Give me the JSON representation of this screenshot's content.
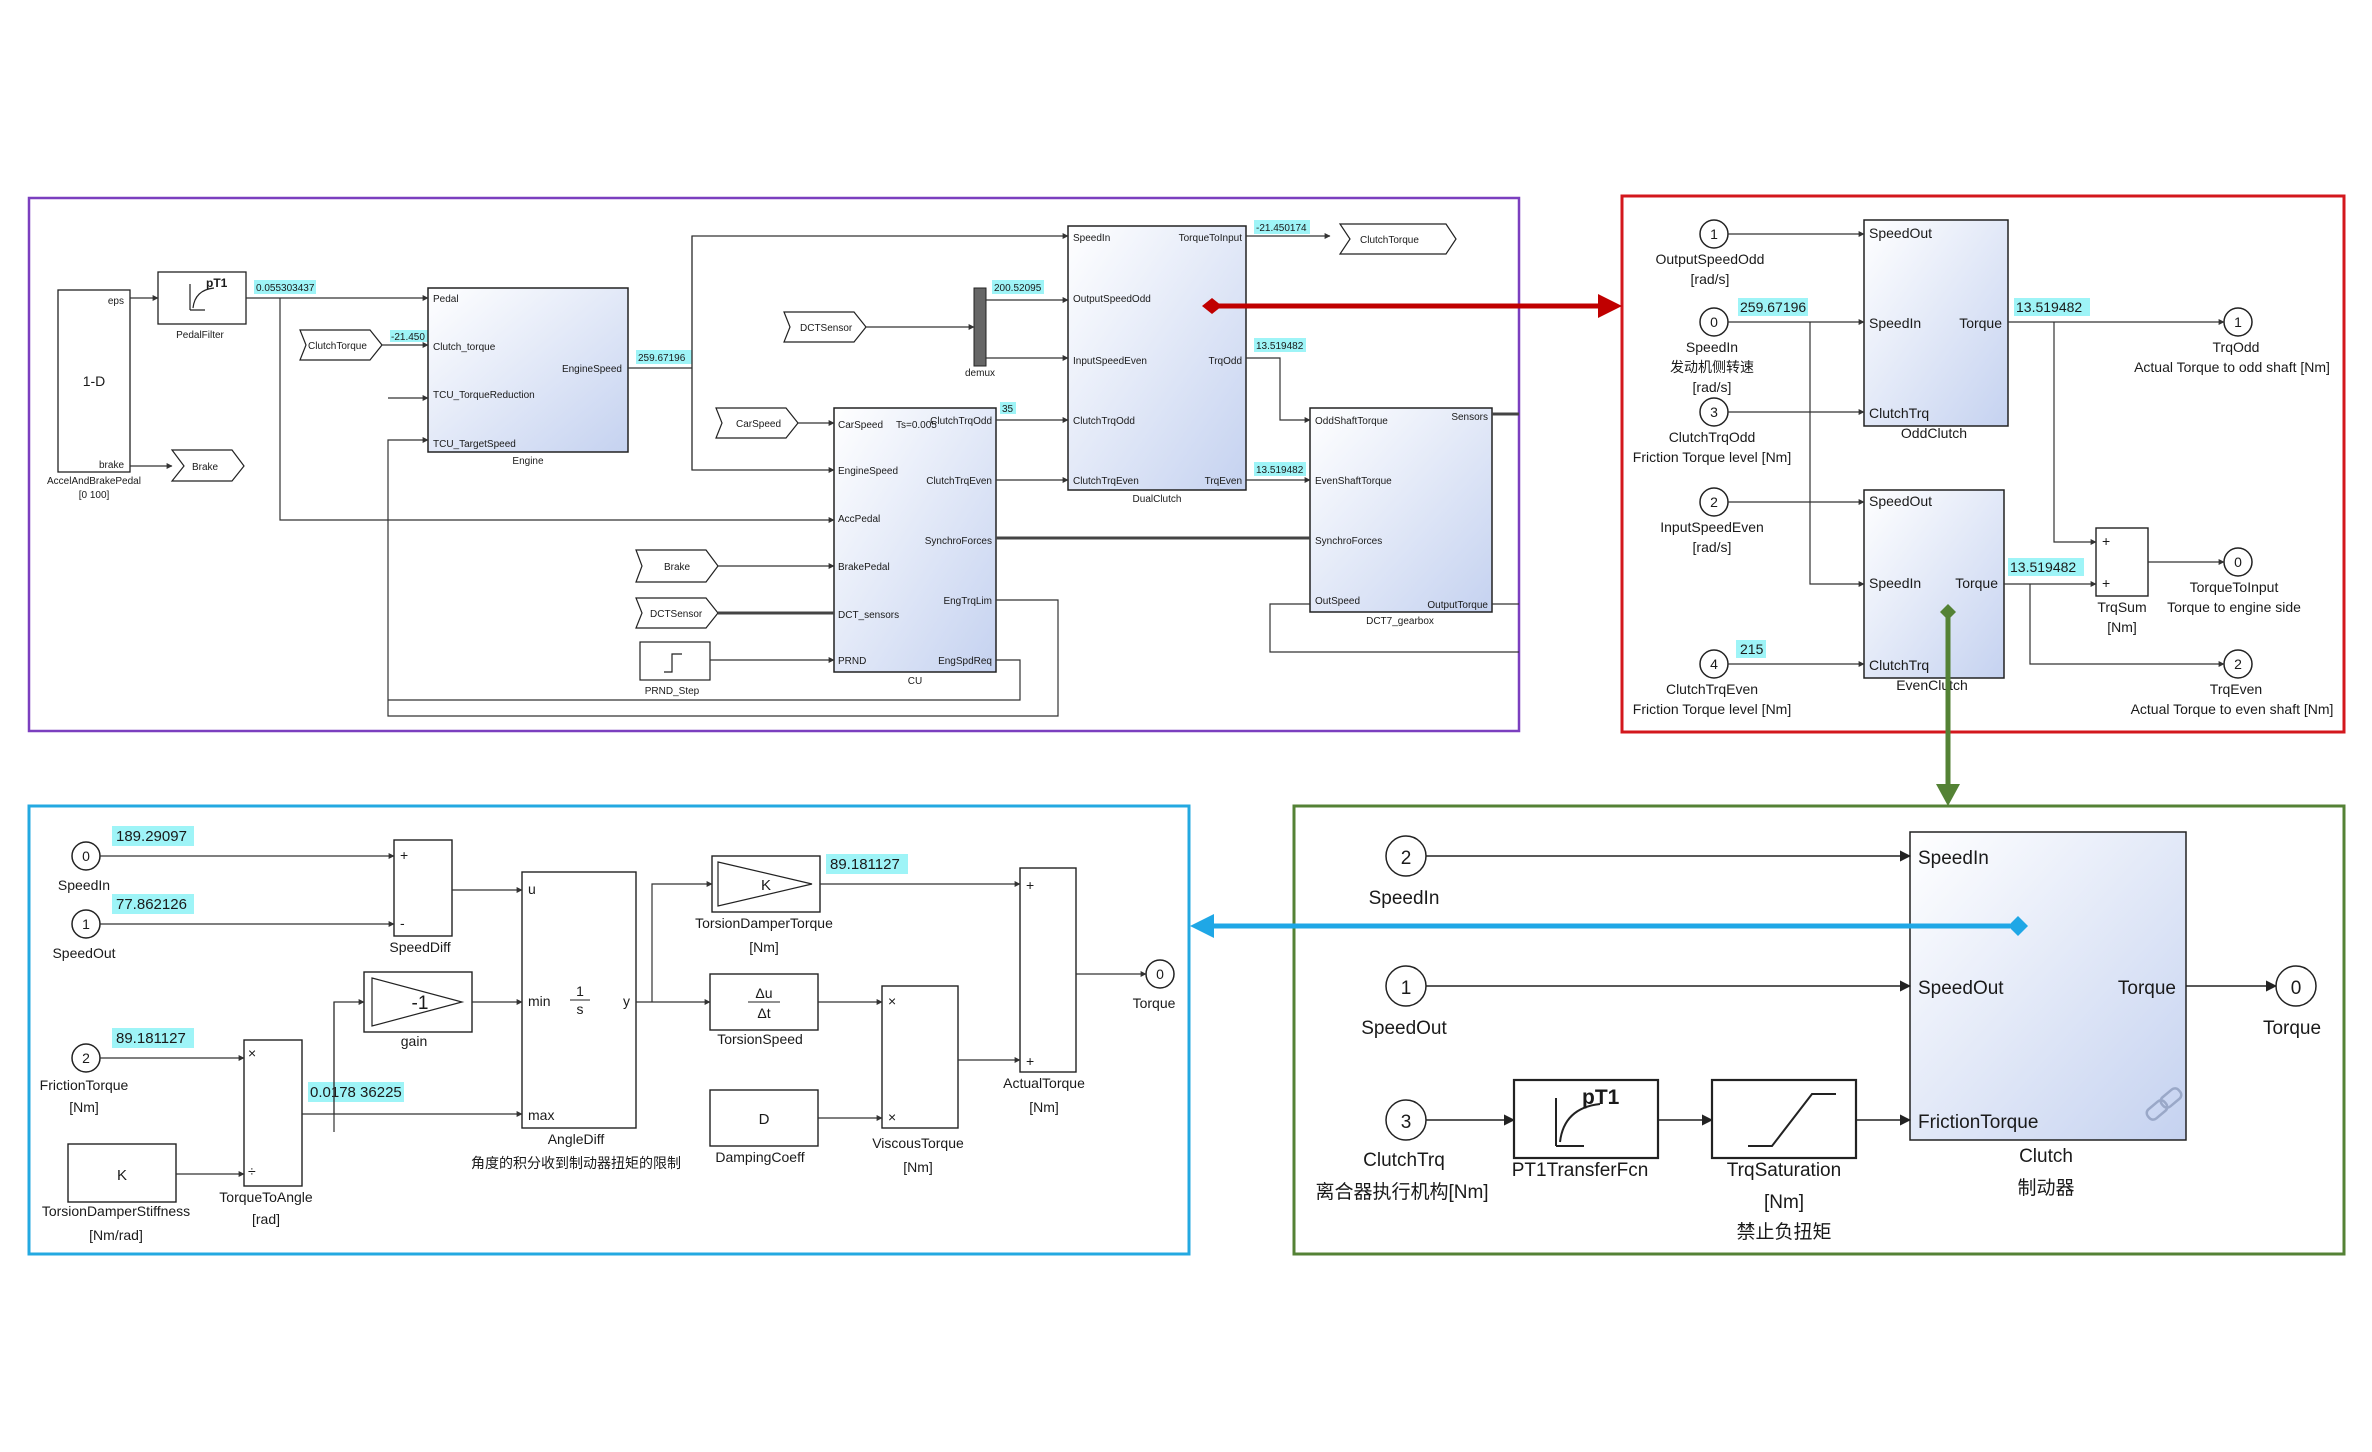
{
  "panel_engine": {
    "pedal_block": "1-D",
    "pedal_port_eps": "eps",
    "pedal_port_brake": "brake",
    "pedal_name": "AccelAndBrakePedal",
    "pedal_range": "[0 100]",
    "pedal_filter_icon": "pT1",
    "pedal_filter_name": "PedalFilter",
    "pedal_filter_value": "0.055303437",
    "clutch_torque_from": "ClutchTorque",
    "clutch_torque_value": "-21.450",
    "brake_goto": "Brake",
    "engine_ports": [
      "Pedal",
      "Clutch_torque",
      "TCU_TorqueReduction",
      "TCU_TargetSpeed"
    ],
    "engine_out": "EngineSpeed",
    "engine_name": "Engine",
    "engine_value": "259.67196",
    "dct_sensor_from": "DCTSensor",
    "car_speed_from": "CarSpeed",
    "demux_value": "200.52095",
    "demux_name": "demux",
    "dual_clutch_ports_in": [
      "SpeedIn",
      "OutputSpeedOdd",
      "InputSpeedEven",
      "ClutchTrqOdd",
      "ClutchTrqEven"
    ],
    "dual_clutch_ports_out": [
      "TorqueToInput",
      "TrqOdd",
      "TrqEven"
    ],
    "dual_clutch_name": "DualClutch",
    "torque_to_input_value": "-21.450174",
    "clutch_torque_goto": "ClutchTorque",
    "trq_odd_value": "13.519482",
    "trq_even_value": "13.519482",
    "tcu_ports_in": [
      "CarSpeed",
      "EngineSpeed",
      "AccPedal",
      "BrakePedal",
      "DCT_sensors",
      "PRND"
    ],
    "tcu_ports_out": [
      "ClutchTrqOdd",
      "ClutchTrqEven",
      "SynchroForces",
      "EngTrqLim",
      "EngSpdReq"
    ],
    "tcu_ts": "Ts=0.005",
    "tcu_value": "35",
    "tcu_name": "CU",
    "brake_from": "Brake",
    "dct_sensor_from2": "DCTSensor",
    "prnd_name": "PRND_Step",
    "gearbox_ports_in": [
      "OddShaftTorque",
      "EvenShaftTorque",
      "SynchroForces",
      "OutSpeed"
    ],
    "gearbox_ports_out": [
      "Sensors",
      "OutputTorque"
    ],
    "gearbox_name": "DCT7_gearbox"
  },
  "panel_dual": {
    "outspeed_odd_num": "1",
    "outspeed_odd_label": "OutputSpeedOdd",
    "outspeed_odd_unit": "[rad/s]",
    "speed_in_num": "0",
    "speed_in_value": "259.67196",
    "speed_in_label": "SpeedIn",
    "speed_in_cn": "发动机侧转速",
    "speed_in_unit": "[rad/s]",
    "clutch_trq_odd_num": "3",
    "clutch_trq_odd_label": "ClutchTrqOdd",
    "clutch_trq_odd_unit": "Friction Torque level [Nm]",
    "input_speed_even_num": "2",
    "input_speed_even_label": "InputSpeedEven",
    "input_speed_even_unit": "[rad/s]",
    "clutch_trq_even_num": "4",
    "clutch_trq_even_value": "215",
    "clutch_trq_even_label": "ClutchTrqEven",
    "clutch_trq_even_unit": "Friction Torque level [Nm]",
    "odd_ports_in": [
      "SpeedOut",
      "SpeedIn",
      "ClutchTrq"
    ],
    "odd_port_out": "Torque",
    "odd_name": "OddClutch",
    "odd_value": "13.519482",
    "even_ports_in": [
      "SpeedOut",
      "SpeedIn",
      "ClutchTrq"
    ],
    "even_port_out": "Torque",
    "even_name": "EvenClutch",
    "even_value": "13.519482",
    "trq_odd_num": "1",
    "trq_odd_label": "TrqOdd",
    "trq_odd_desc": "Actual Torque to odd shaft [Nm]",
    "trq_sum_name": "TrqSum",
    "trq_sum_unit": "[Nm]",
    "torque_to_input_num": "0",
    "torque_to_input_label": "TorqueToInput",
    "torque_to_input_desc": "Torque to engine side",
    "trq_even_num": "2",
    "trq_even_label": "TrqEven",
    "trq_even_desc": "Actual Torque to even shaft [Nm]"
  },
  "panel_inner": {
    "speed_in_num": "0",
    "speed_in_label": "SpeedIn",
    "speed_in_value": "189.29097",
    "speed_out_num": "1",
    "speed_out_label": "SpeedOut",
    "speed_out_value": "77.862126",
    "speed_diff_name": "SpeedDiff",
    "friction_num": "2",
    "friction_label": "FrictionTorque",
    "friction_unit": "[Nm]",
    "friction_value": "89.181127",
    "gain_value": "-1",
    "gain_name": "gain",
    "const_value": "K",
    "const_name": "TorsionDamperStiffness",
    "const_unit": "[Nm/rad]",
    "torque_to_angle_name": "TorqueToAngle",
    "torque_to_angle_unit": "[rad]",
    "torque_to_angle_value": "0.0178 36225",
    "integrator_u": "u",
    "integrator_min": "min",
    "integrator_max": "max",
    "integrator_y": "y",
    "integrator_num": "1",
    "integrator_den": "s",
    "angle_diff_name": "AngleDiff",
    "angle_diff_desc": "角度的积分收到制动器扭矩的限制",
    "damper_gain": "K",
    "damper_name": "TorsionDamperTorque",
    "damper_unit": "[Nm]",
    "damper_value": "89.181127",
    "deriv_num": "Δu",
    "deriv_den": "Δt",
    "deriv_name": "TorsionSpeed",
    "damping_const": "D",
    "damping_name": "DampingCoeff",
    "viscous_name": "ViscousTorque",
    "viscous_unit": "[Nm]",
    "actual_name": "ActualTorque",
    "actual_unit": "[Nm]",
    "out_num": "0",
    "out_label": "Torque"
  },
  "panel_clutch": {
    "speed_in_num": "2",
    "speed_in_label": "SpeedIn",
    "speed_out_num": "1",
    "speed_out_label": "SpeedOut",
    "clutch_trq_num": "3",
    "clutch_trq_label": "ClutchTrq",
    "clutch_trq_cn": "离合器执行机构[Nm]",
    "pt1_icon": "pT1",
    "pt1_name": "PT1TransferFcn",
    "sat_name": "TrqSaturation",
    "sat_unit": "[Nm]",
    "sat_desc": "禁止负扭矩",
    "block_ports_in": [
      "SpeedIn",
      "SpeedOut",
      "FrictionTorque"
    ],
    "block_port_out": "Torque",
    "block_name": "Clutch",
    "block_cn": "制动器",
    "out_num": "0",
    "out_label": "Torque"
  },
  "colors": {
    "engine_frame": "#7b3fbf",
    "dual_frame": "#d3171d",
    "inner_frame": "#24a9e1",
    "clutch_frame": "#548235",
    "arrow_red": "#c00000",
    "arrow_green": "#548235",
    "arrow_blue": "#1fa7e6",
    "display": "#9ef4f7"
  }
}
